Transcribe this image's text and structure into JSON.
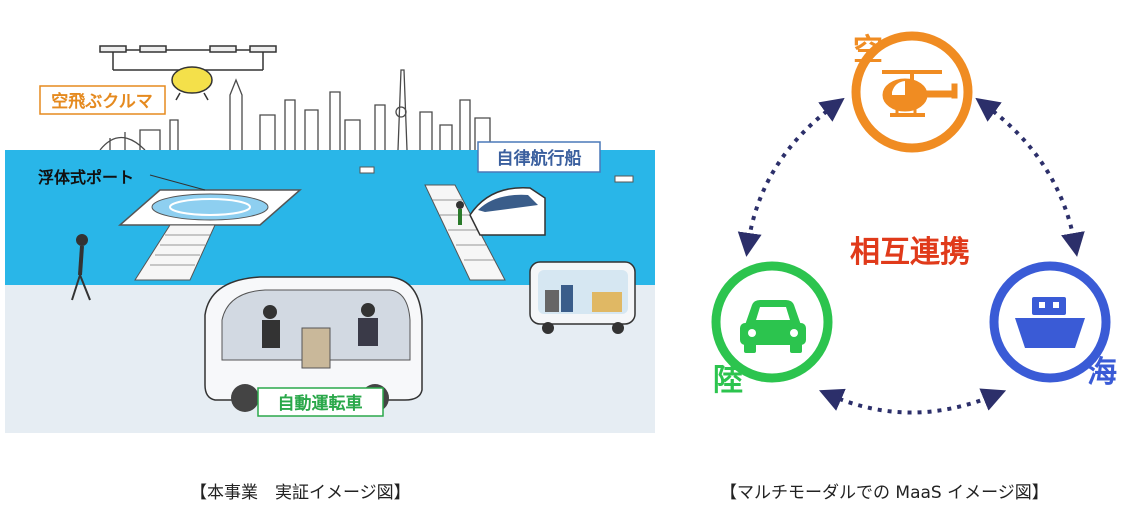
{
  "scene": {
    "labels": {
      "flying_car": "空飛ぶクルマ",
      "floating_port": "浮体式ポート",
      "autonomous_ship": "自律航行船",
      "autonomous_vehicle": "自動運転車"
    },
    "caption": "【本事業　実証イメージ図】"
  },
  "maas": {
    "center": "相互連携",
    "nodes": {
      "air": "空",
      "land": "陸",
      "sea": "海"
    },
    "caption": "【マルチモーダルでの MaaS イメージ図】"
  },
  "colors": {
    "water": "#29b6e8",
    "ground": "#e6edf3",
    "air": "#f08c22",
    "land": "#2cc44e",
    "sea": "#3a5bd6",
    "center": "#e03a1a",
    "arrow": "#2c2f6a",
    "label_orange": "#e58a1f",
    "label_blue": "#4a78b8",
    "label_green": "#2aa84a"
  }
}
